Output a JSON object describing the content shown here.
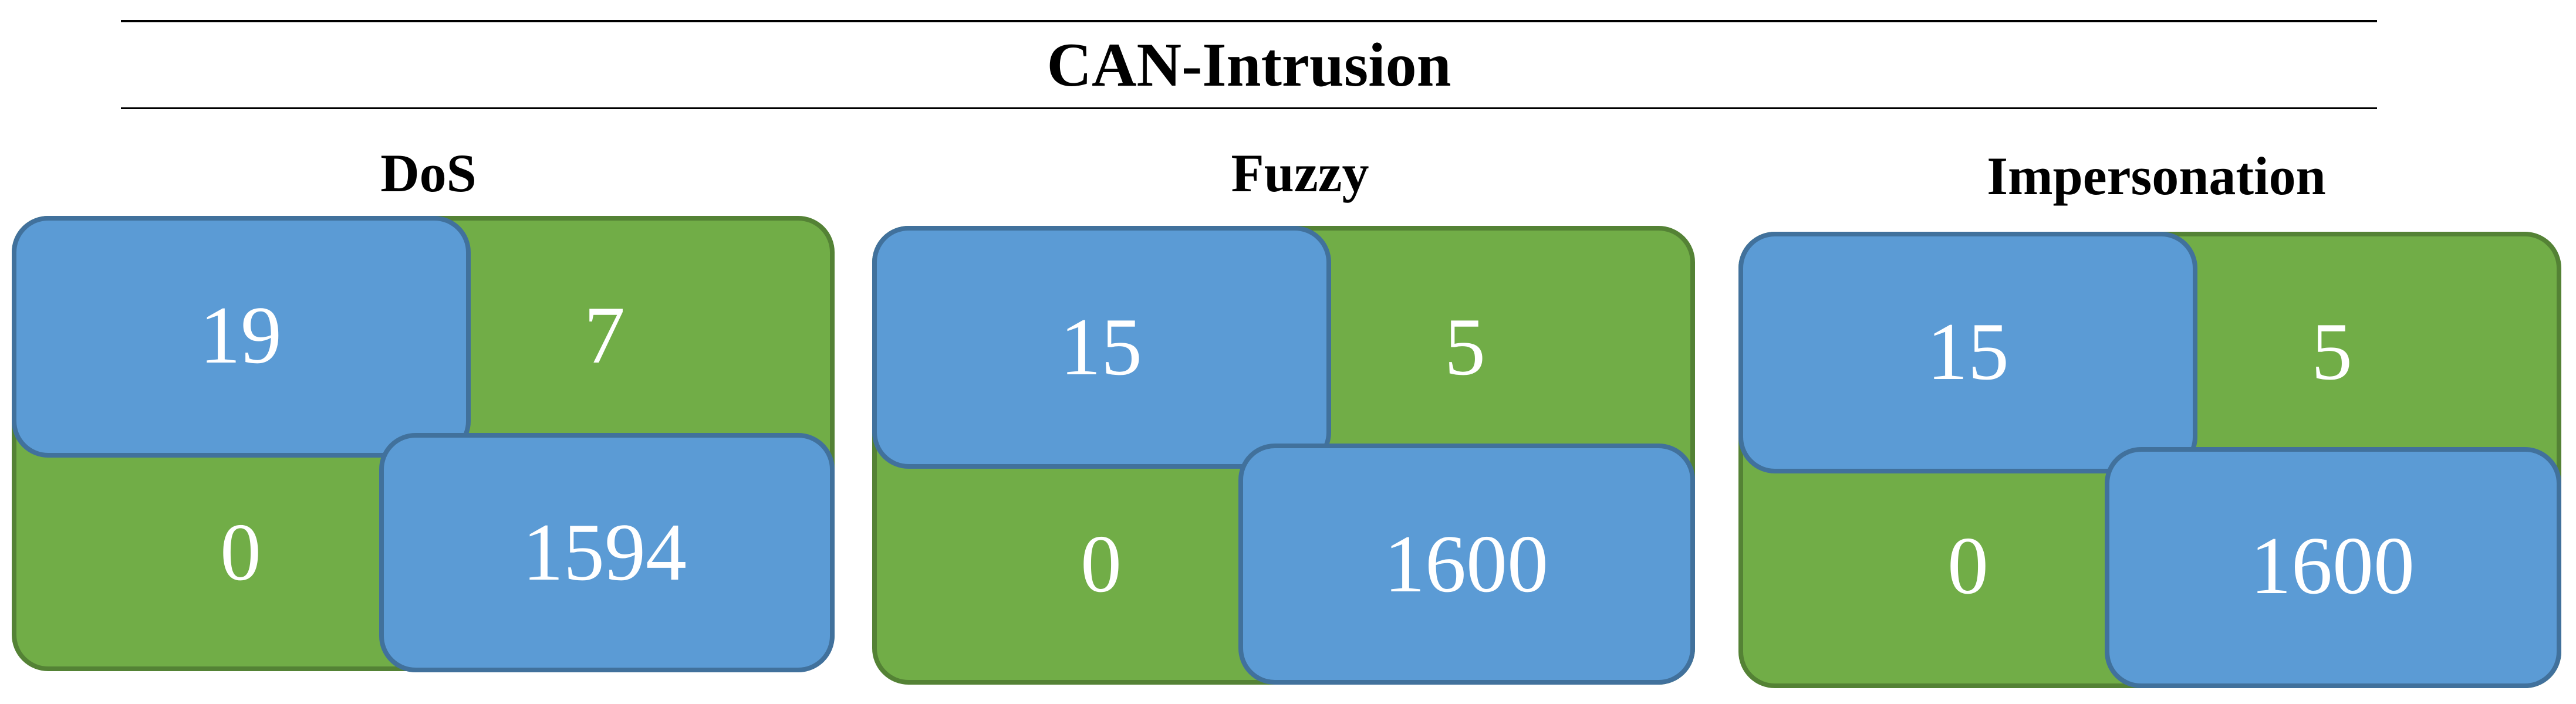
{
  "title": "CAN-Intrusion",
  "matrices": [
    {
      "name": "DoS",
      "values": {
        "top_left": "19",
        "top_right": "7",
        "bottom_left": "0",
        "bottom_right": "1594"
      }
    },
    {
      "name": "Fuzzy",
      "values": {
        "top_left": "15",
        "top_right": "5",
        "bottom_left": "0",
        "bottom_right": "1600"
      }
    },
    {
      "name": "Impersonation",
      "values": {
        "top_left": "15",
        "top_right": "5",
        "bottom_left": "0",
        "bottom_right": "1600"
      }
    }
  ],
  "colors": {
    "correct_fill": "#5b9bd5",
    "correct_border": "#41719c",
    "error_fill": "#71ad47",
    "error_border": "#548235",
    "value_text": "#ffffff"
  }
}
